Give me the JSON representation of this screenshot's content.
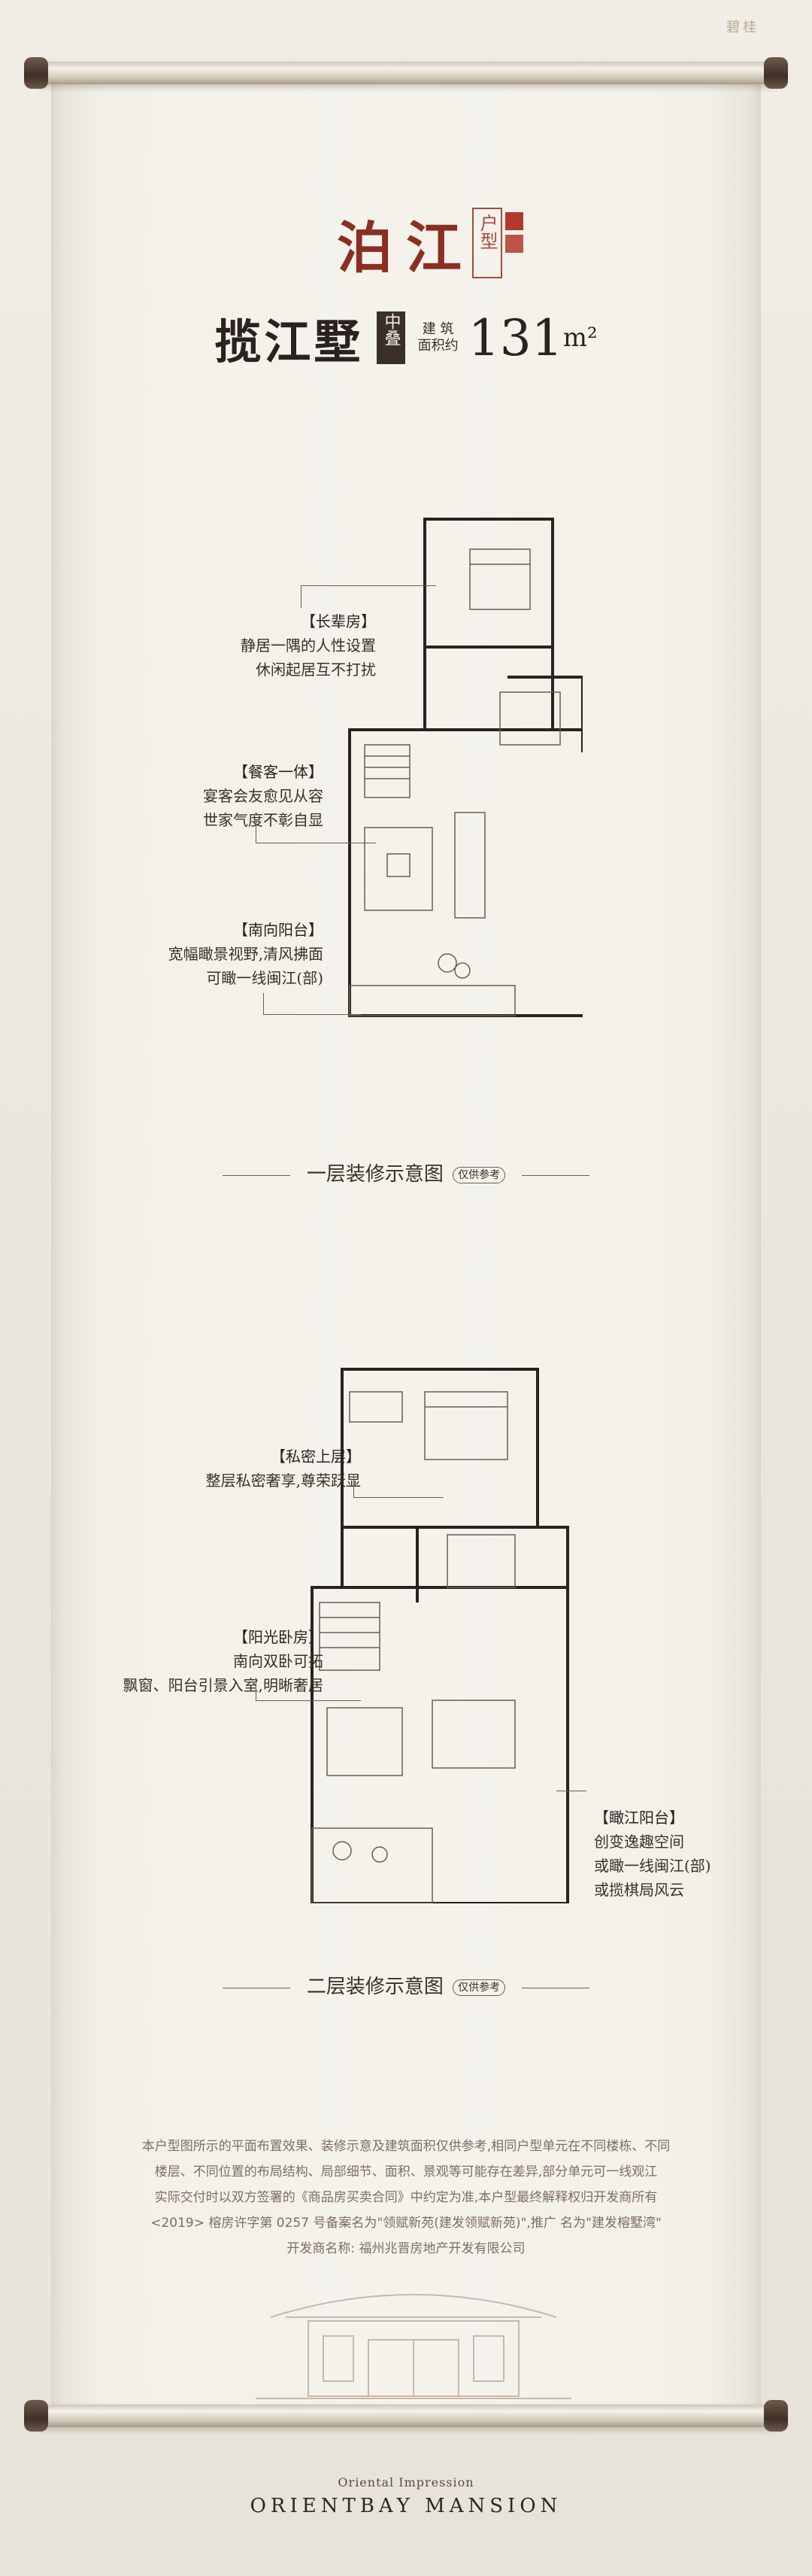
{
  "brand_top": "碧桂",
  "title": "泊江",
  "huxing": "户型",
  "model": {
    "name": "揽江墅",
    "tag": "中叠",
    "area_label_line1": "建 筑",
    "area_label_line2": "面积约",
    "area_value": "131",
    "area_unit": "m²"
  },
  "floor1": {
    "callouts": [
      {
        "head": "【长辈房】",
        "lines": [
          "静居一隅的人性设置",
          "休闲起居互不打扰"
        ]
      },
      {
        "head": "【餐客一体】",
        "lines": [
          "宴客会友愈见从容",
          "世家气度不彰自显"
        ]
      },
      {
        "head": "【南向阳台】",
        "lines": [
          "宽幅瞰景视野,清风拂面",
          "可瞰一线闽江(部)"
        ]
      }
    ],
    "caption": "一层装修示意图",
    "caption_note": "仅供参考"
  },
  "floor2": {
    "callouts_left": [
      {
        "head": "【私密上层】",
        "lines": [
          "整层私密奢享,尊荣跃显"
        ]
      },
      {
        "head": "【阳光卧房】",
        "lines": [
          "南向双卧可拓",
          "飘窗、阳台引景入室,明晰奢居"
        ]
      }
    ],
    "callouts_right": [
      {
        "head": "【瞰江阳台】",
        "lines": [
          "创变逸趣空间",
          "或瞰一线闽江(部)",
          "或揽棋局风云"
        ]
      }
    ],
    "caption": "二层装修示意图",
    "caption_note": "仅供参考"
  },
  "disclaimer": [
    "本户型图所示的平面布置效果、装修示意及建筑面积仅供参考,相同户型单元在不同楼栋、不同",
    "楼层、不同位置的布局结构、局部细节、面积、景观等可能存在差异,部分单元可一线观江",
    "实际交付时以双方签署的《商品房买卖合同》中约定为准,本户型最终解释权归开发商所有",
    "<2019> 榕房许字第 0257 号备案名为\"领赋新苑(建发领赋新苑)\",推广 名为\"建发榕墅湾\"",
    "开发商名称: 福州兆晋房地产开发有限公司"
  ],
  "footer": {
    "subtitle": "Oriental Impression",
    "title": "ORIENTBAY MANSION"
  },
  "colors": {
    "title_red": "#8a2f22",
    "text_dark": "#2a2220",
    "paper": "#f5f2ec"
  }
}
